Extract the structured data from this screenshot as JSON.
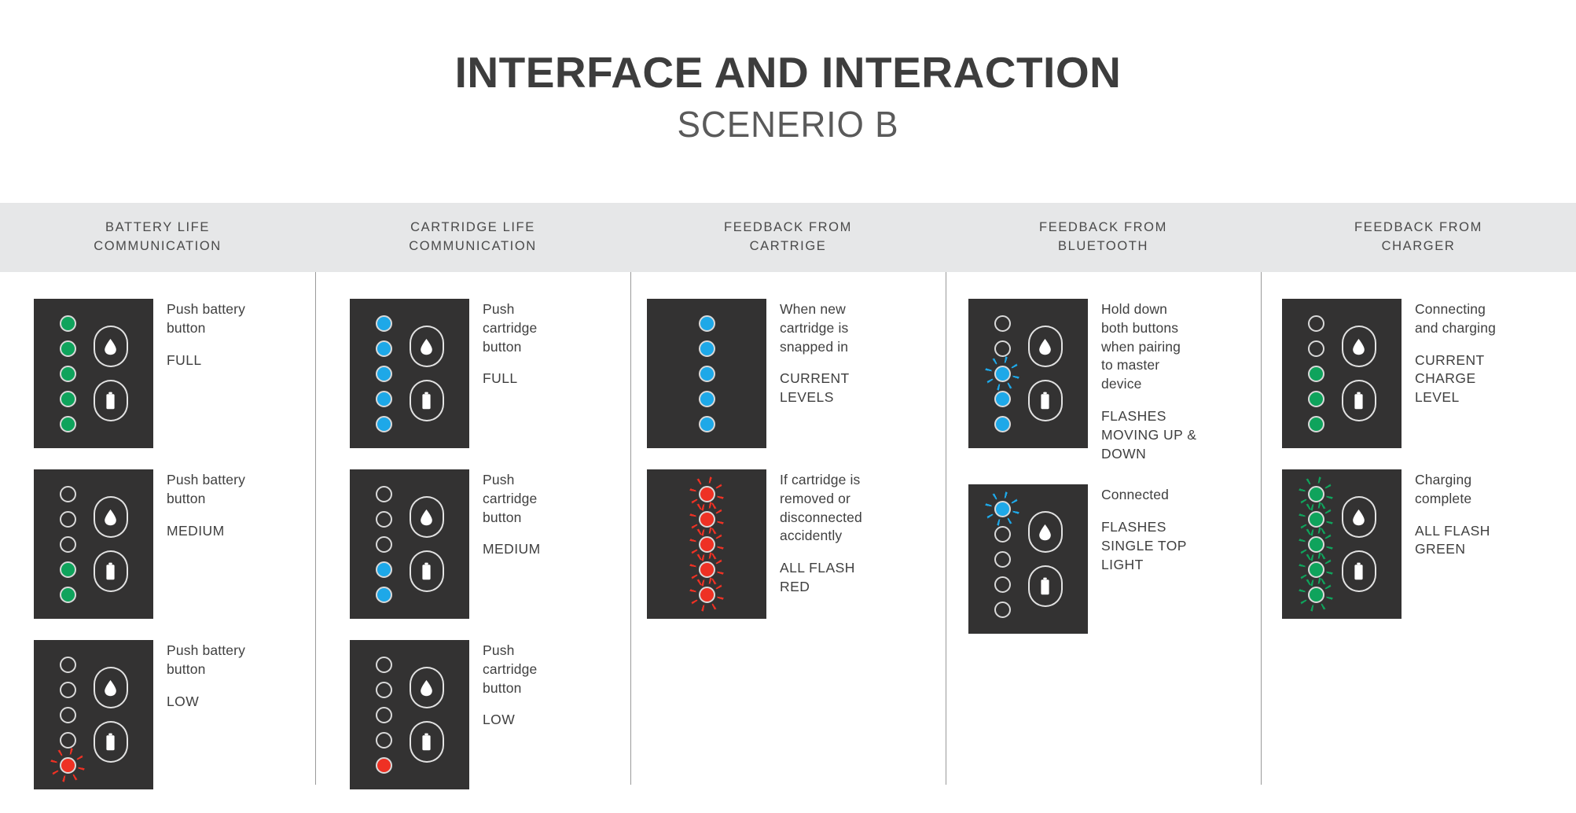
{
  "title": {
    "main": "INTERFACE AND INTERACTION",
    "sub": "SCENERIO B"
  },
  "headers": [
    {
      "line1": "BATTERY LIFE",
      "line2": "COMMUNICATION"
    },
    {
      "line1": "CARTRIDGE LIFE",
      "line2": "COMMUNICATION"
    },
    {
      "line1": "FEEDBACK FROM",
      "line2": "CARTRIGE"
    },
    {
      "line1": "FEEDBACK  FROM",
      "line2": "BLUETOOTH"
    },
    {
      "line1": "FEEDBACK  FROM",
      "line2": "CHARGER"
    }
  ],
  "colors": {
    "panel_background": "#333232",
    "led_green": "#0fa35c",
    "led_blue": "#1ea8e8",
    "led_red": "#ee3124",
    "led_outline": "#d9d9d9",
    "header_band": "#e6e7e8",
    "text": "#3f3f3f"
  },
  "icons": {
    "droplet": "droplet-icon",
    "battery": "battery-icon"
  },
  "columns": [
    {
      "key": "battery-life-communication",
      "rows": [
        {
          "leds": [
            "green",
            "green",
            "green",
            "green",
            "green"
          ],
          "flash": [
            false,
            false,
            false,
            false,
            false
          ],
          "lead": "Push battery\nbutton",
          "emph": "FULL"
        },
        {
          "leds": [
            "off",
            "off",
            "off",
            "green",
            "green"
          ],
          "flash": [
            false,
            false,
            false,
            false,
            false
          ],
          "lead": "Push battery\nbutton",
          "emph": "MEDIUM"
        },
        {
          "leds": [
            "off",
            "off",
            "off",
            "off",
            "red"
          ],
          "flash": [
            false,
            false,
            false,
            false,
            true
          ],
          "lead": "Push battery\nbutton",
          "emph": "LOW"
        }
      ]
    },
    {
      "key": "cartridge-life-communication",
      "rows": [
        {
          "leds": [
            "blue",
            "blue",
            "blue",
            "blue",
            "blue"
          ],
          "flash": [
            false,
            false,
            false,
            false,
            false
          ],
          "lead": "Push cartridge\nbutton",
          "emph": "FULL"
        },
        {
          "leds": [
            "off",
            "off",
            "off",
            "blue",
            "blue"
          ],
          "flash": [
            false,
            false,
            false,
            false,
            false
          ],
          "lead": "Push cartridge\nbutton",
          "emph": "MEDIUM"
        },
        {
          "leds": [
            "off",
            "off",
            "off",
            "off",
            "red"
          ],
          "flash": [
            false,
            false,
            false,
            false,
            false
          ],
          "lead": "Push cartridge\nbutton",
          "emph": "LOW"
        }
      ]
    },
    {
      "key": "feedback-from-cartrige",
      "rows": [
        {
          "leds": [
            "blue",
            "blue",
            "blue",
            "blue",
            "blue"
          ],
          "flash": [
            false,
            false,
            false,
            false,
            false
          ],
          "lead": "When new\ncartridge is\nsnapped in",
          "emph": "CURRENT\nLEVELS",
          "no_buttons": true
        },
        {
          "leds": [
            "red",
            "red",
            "red",
            "red",
            "red"
          ],
          "flash": [
            true,
            true,
            true,
            true,
            true
          ],
          "lead": "If cartridge is\nremoved or\ndisconnected\naccidently",
          "emph": "ALL FLASH\nRED",
          "no_buttons": true
        }
      ]
    },
    {
      "key": "feedback-from-bluetooth",
      "rows": [
        {
          "leds": [
            "off",
            "off",
            "blue",
            "blue",
            "blue"
          ],
          "flash": [
            false,
            false,
            true,
            false,
            false
          ],
          "lead": "Hold down\nboth buttons\nwhen pairing\nto master\ndevice",
          "emph": "FLASHES\nMOVING UP &\nDOWN"
        },
        {
          "leds": [
            "blue",
            "off",
            "off",
            "off",
            "off"
          ],
          "flash": [
            true,
            false,
            false,
            false,
            false
          ],
          "lead": "Connected",
          "emph": "FLASHES\nSINGLE TOP\nLIGHT"
        }
      ]
    },
    {
      "key": "feedback-from-charger",
      "rows": [
        {
          "leds": [
            "off",
            "off",
            "green",
            "green",
            "green"
          ],
          "flash": [
            false,
            false,
            false,
            false,
            false
          ],
          "lead": "Connecting\nand charging",
          "emph": "CURRENT\nCHARGE\nLEVEL"
        },
        {
          "leds": [
            "green",
            "green",
            "green",
            "green",
            "green"
          ],
          "flash": [
            true,
            true,
            true,
            true,
            true
          ],
          "lead": "Charging\ncomplete",
          "emph": "ALL FLASH\nGREEN"
        }
      ]
    }
  ]
}
